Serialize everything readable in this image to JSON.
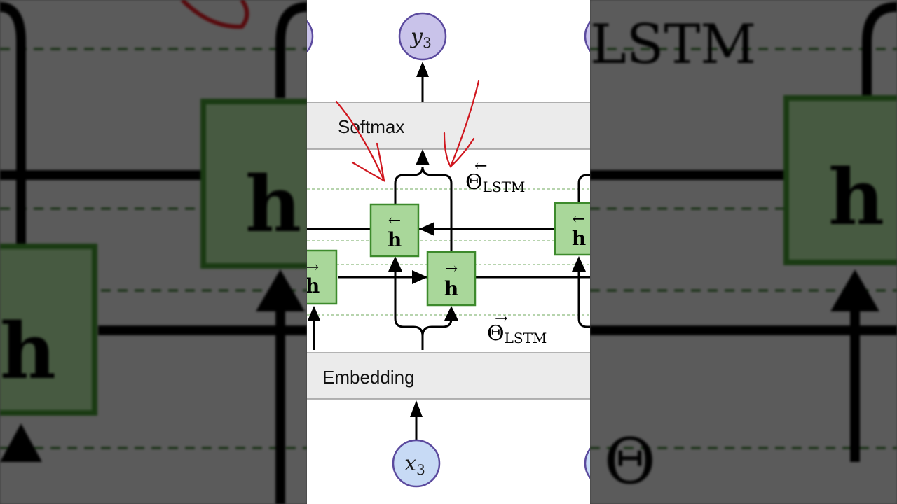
{
  "diagram": {
    "output_node": "y",
    "output_subscript": "3",
    "input_node": "x",
    "input_subscript": "3",
    "softmax_label": "Softmax",
    "embedding_label": "Embedding",
    "hidden_label": "h",
    "backward_arrow_glyph": "←",
    "forward_arrow_glyph": "→",
    "theta_symbol": "Θ",
    "lstm_subscript": "LSTM",
    "zoom_background_text": "LSTM"
  },
  "colors": {
    "node_fill": "#c9c3ea",
    "input_node_fill": "#c7daf5",
    "node_stroke": "#5b4a9e",
    "cell_fill": "#a9d79a",
    "cell_stroke": "#3d8a2c",
    "layer_fill": "#ebebeb",
    "annotation_red": "#d0161e"
  }
}
